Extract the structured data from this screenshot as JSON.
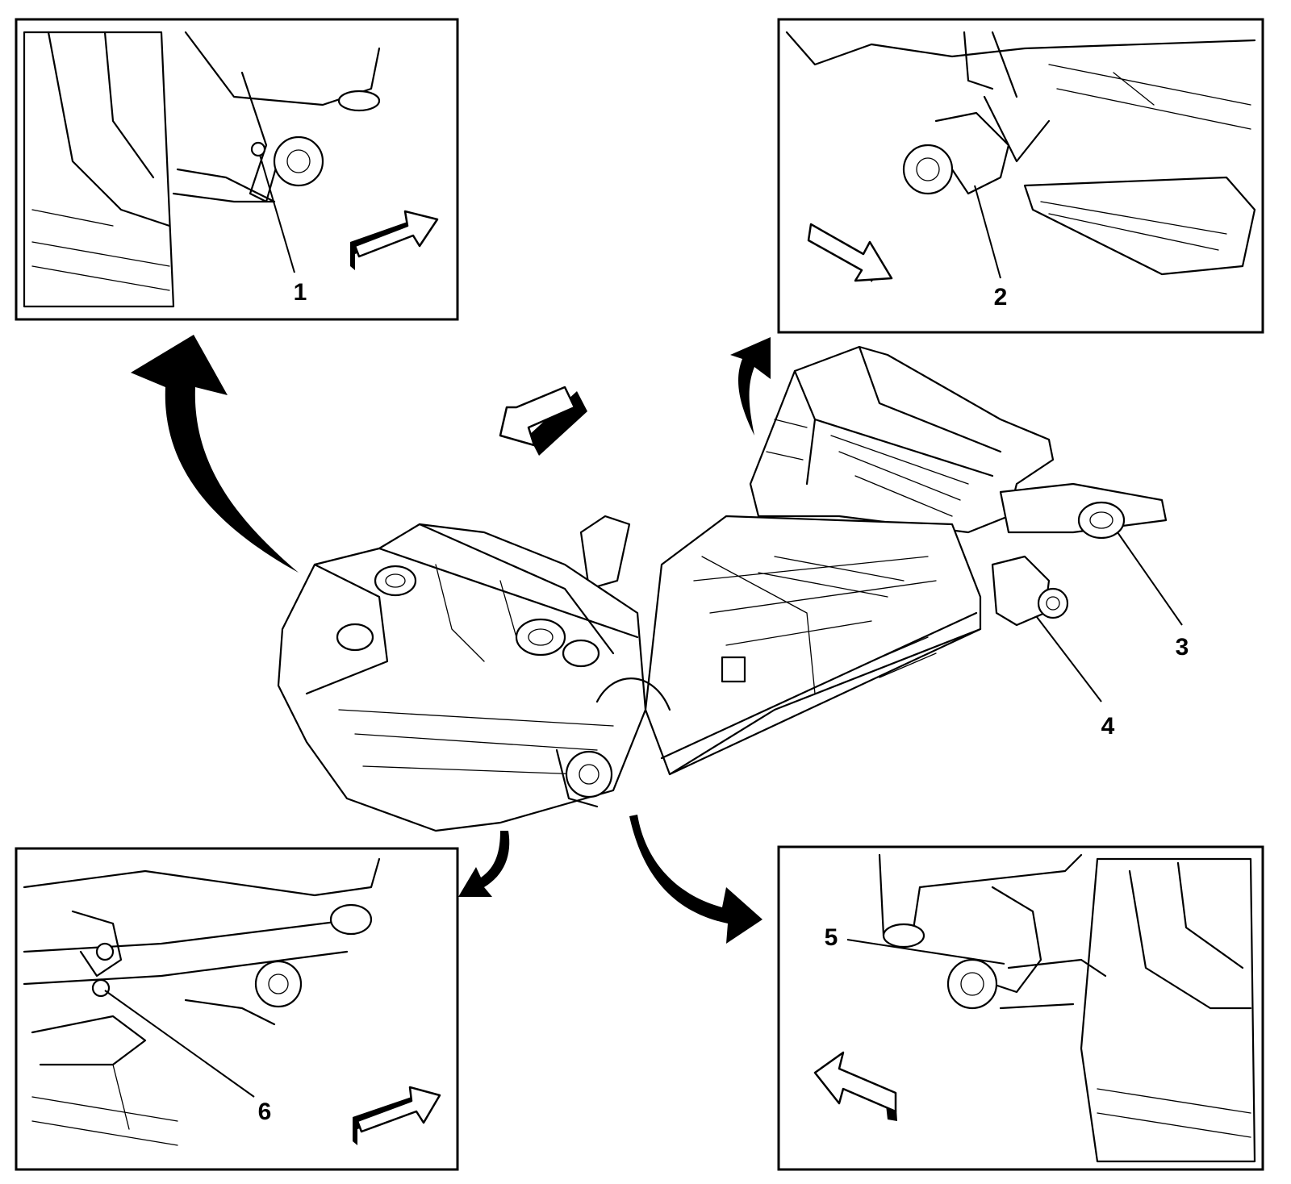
{
  "diagram": {
    "callouts": [
      {
        "id": "callout-1",
        "label": "1"
      },
      {
        "id": "callout-2",
        "label": "2"
      },
      {
        "id": "callout-3",
        "label": "3"
      },
      {
        "id": "callout-4",
        "label": "4"
      },
      {
        "id": "callout-5",
        "label": "5"
      },
      {
        "id": "callout-6",
        "label": "6"
      }
    ],
    "colors": {
      "line": "#000000",
      "background": "#ffffff"
    }
  }
}
